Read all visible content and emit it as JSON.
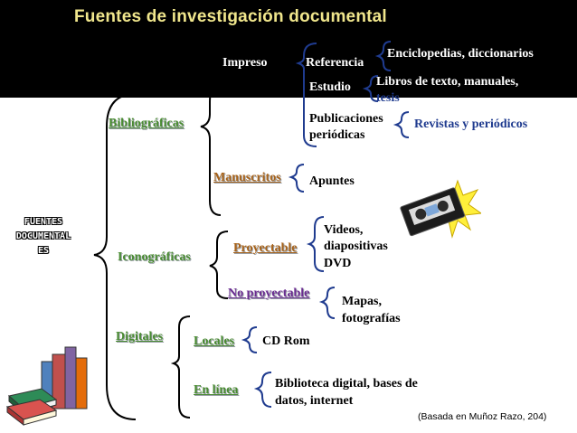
{
  "title": "Fuentes de investigación documental",
  "root": "FUENTES DOCUMENTALES",
  "root_lines": [
    "FUENTES",
    "DOCUMENTAL",
    "ES"
  ],
  "categories": {
    "bibliograficas": "Bibliográficas",
    "iconograficas": "Iconográficas",
    "digitales": "Digitales"
  },
  "bibliograficas": {
    "impreso": "Impreso",
    "referencia": "Referencia",
    "enciclopedias": "Enciclopedias, diccionarios",
    "estudio": "Estudio",
    "libros_line1": "Libros de texto, manuales,",
    "libros_line2": "tesis",
    "publicaciones_line1": "Publicaciones",
    "publicaciones_line2": "periódicas",
    "revistas": "Revistas y periódicos",
    "manuscritos": "Manuscritos",
    "apuntes": "Apuntes"
  },
  "iconograficas": {
    "proyectable": "Proyectable",
    "proyectable_items": [
      "Videos,",
      "diapositivas",
      "DVD"
    ],
    "no_proyectable": "No proyectable",
    "no_proyectable_items": [
      "Mapas,",
      "fotografías"
    ]
  },
  "digitales": {
    "locales": "Locales",
    "cd_rom": "CD Rom",
    "en_linea": "En línea",
    "biblioteca_line1": "Biblioteca digital, bases de",
    "biblioteca_line2": "datos, internet"
  },
  "source_note": "(Basada en Muñoz Razo, 204)",
  "colors": {
    "title": "#f0e68c",
    "green": "#4a8c32",
    "orange": "#a8631a",
    "purple": "#6a2c91",
    "blue": "#1f3b8f",
    "background_top": "#000000"
  },
  "icons": [
    "books-icon",
    "videotape-icon"
  ]
}
